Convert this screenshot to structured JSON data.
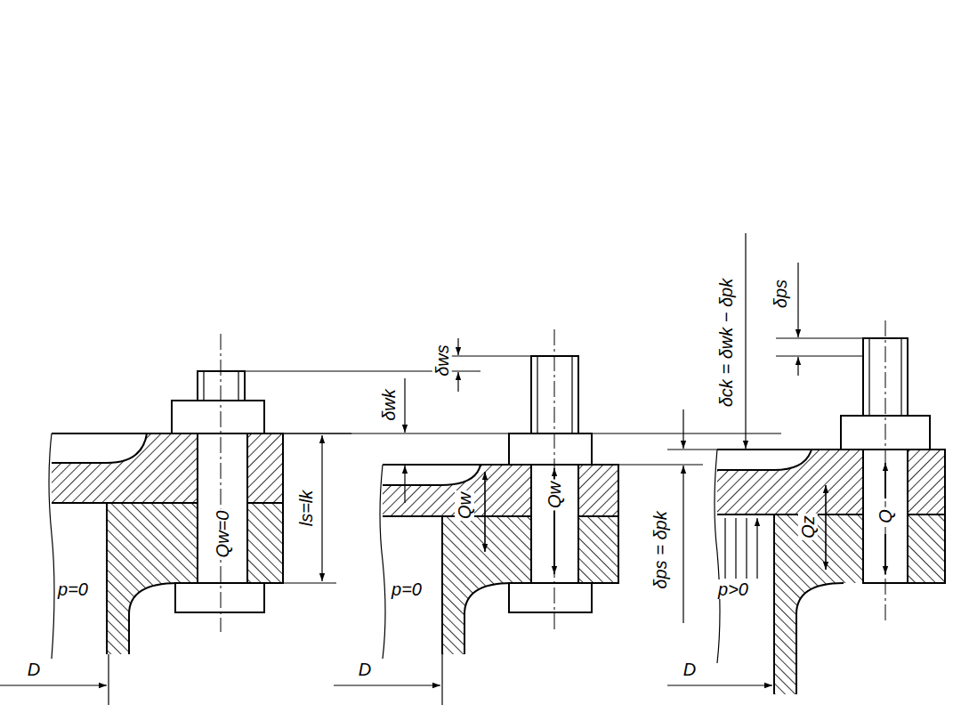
{
  "diagram": {
    "labels": [
      "p=0",
      "Qw=0",
      "ls=lk",
      "D",
      "δws",
      "δwk",
      "Qw",
      "Qw",
      "p=0",
      "δps = δpk",
      "D",
      "δck = δwk − δpk",
      "δps",
      "p>0",
      "Qz",
      "Q",
      "D"
    ]
  }
}
